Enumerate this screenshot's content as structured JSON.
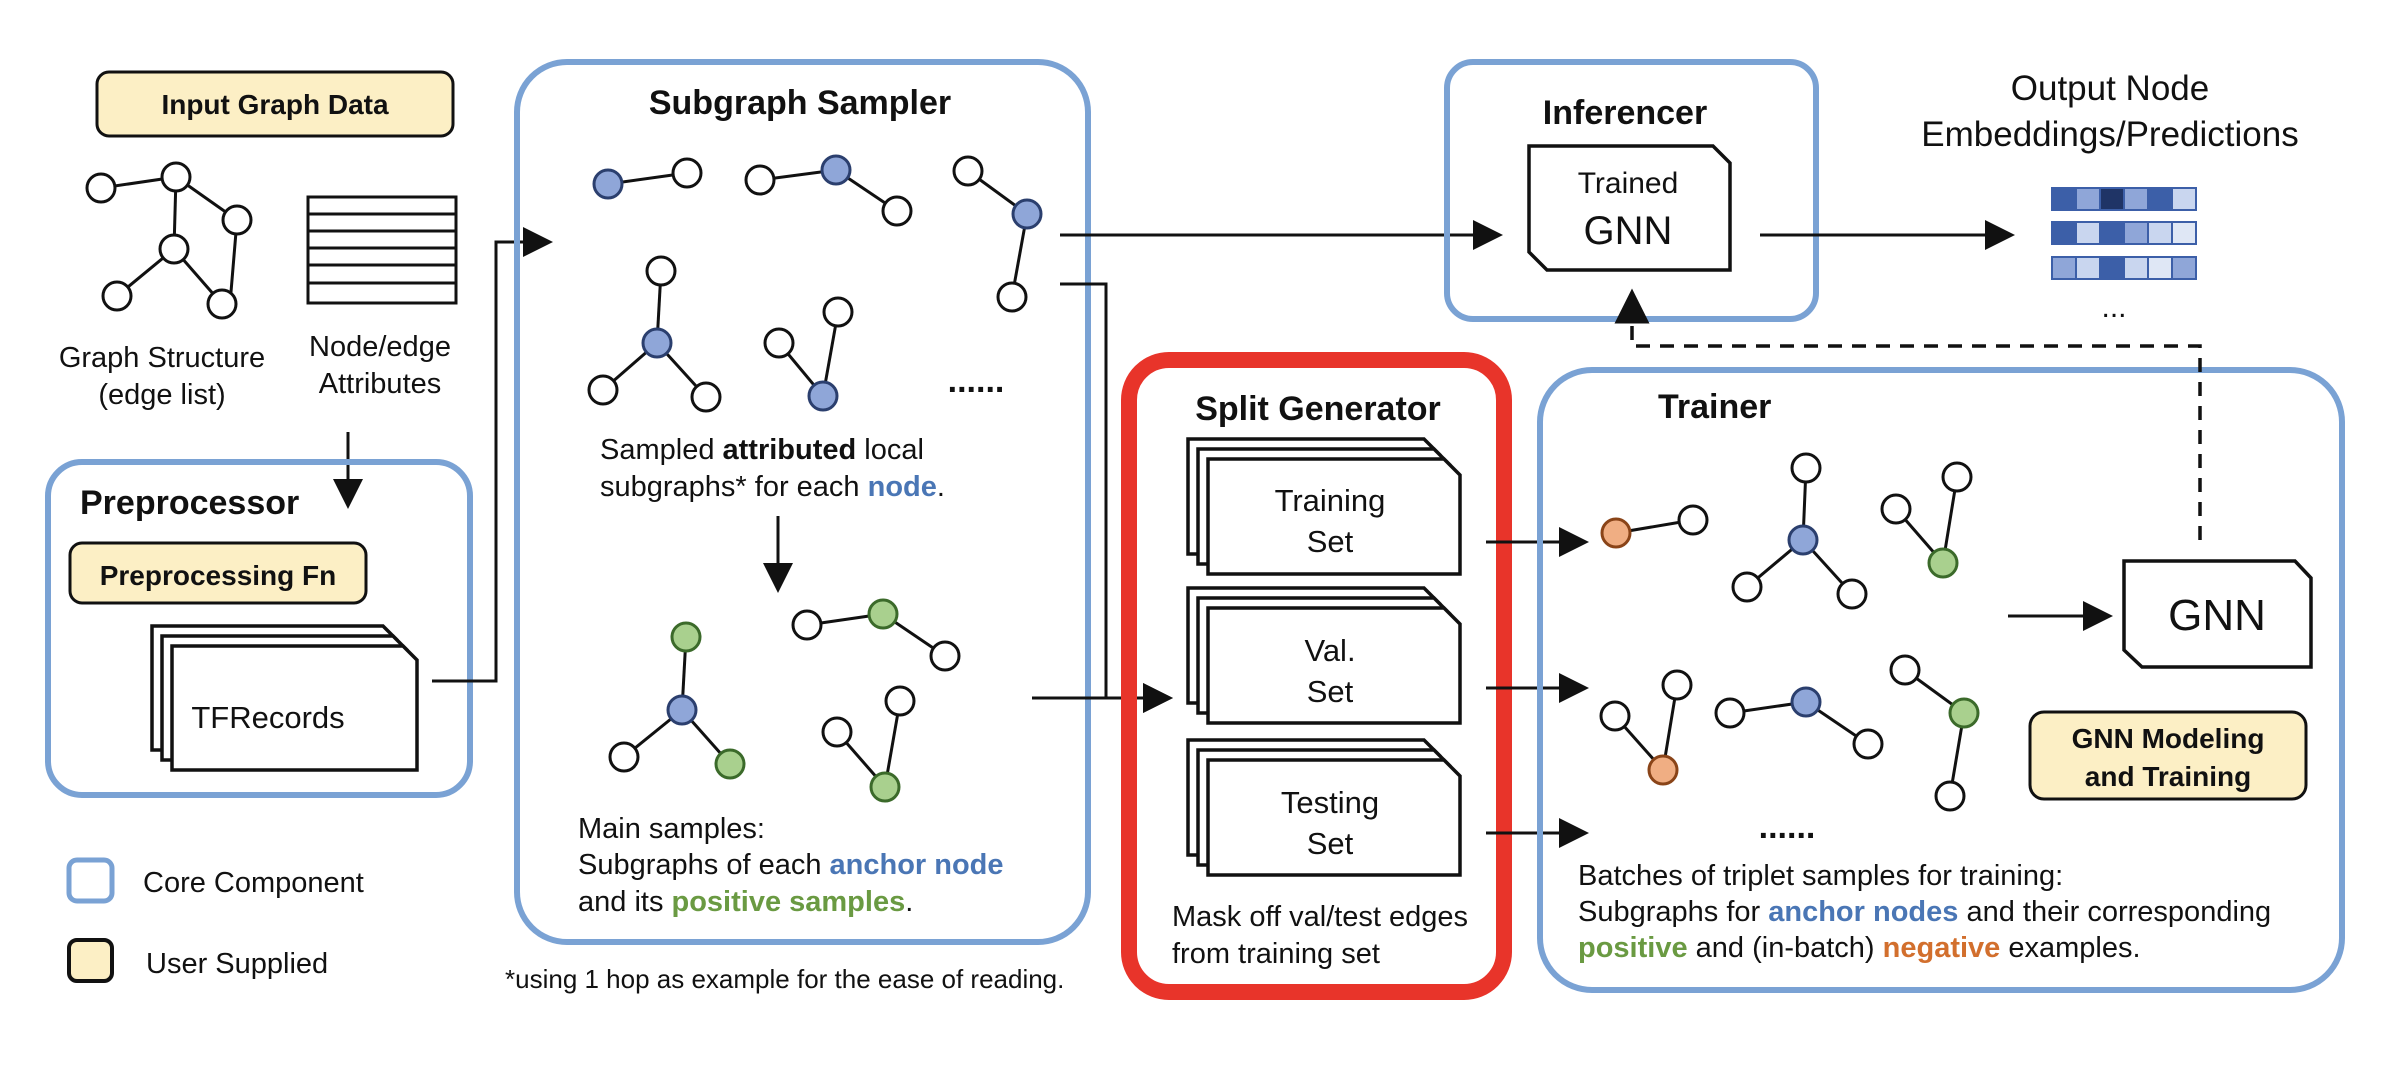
{
  "input": {
    "title": "Input Graph Data",
    "graph_label_1": "Graph Structure",
    "graph_label_2": "(edge list)",
    "attr_label_1": "Node/edge",
    "attr_label_2": "Attributes"
  },
  "preprocessor": {
    "title": "Preprocessor",
    "fn_label": "Preprocessing Fn",
    "records_label": "TFRecords"
  },
  "legend": {
    "core": "Core Component",
    "user": "User Supplied"
  },
  "sampler": {
    "title": "Subgraph Sampler",
    "ellipsis": "......",
    "desc_line1_a": "Sampled ",
    "desc_line1_b": "attributed",
    "desc_line1_c": " local",
    "desc_line2_a": "subgraphs* for each ",
    "desc_line2_b": "node",
    "desc_line2_c": ".",
    "main_line1": "Main samples:",
    "main_line2_a": "Subgraphs of each ",
    "main_line2_b": "anchor node",
    "main_line3_a": "and its ",
    "main_line3_b": "positive samples",
    "main_line3_c": ".",
    "footnote": "*using 1 hop as example for the ease of reading."
  },
  "inferencer": {
    "title": "Inferencer",
    "card_line1": "Trained",
    "card_line2": "GNN"
  },
  "output": {
    "line1": "Output Node",
    "line2": "Embeddings/Predictions",
    "ellipsis": "...",
    "colors": [
      "#3c5fa8",
      "#1f3466",
      "#8fa6d8",
      "#c9d6ef",
      "#dfe7f5"
    ]
  },
  "split": {
    "title": "Split Generator",
    "train_1": "Training",
    "train_2": "Set",
    "val_1": "Val.",
    "val_2": "Set",
    "test_1": "Testing",
    "test_2": "Set",
    "note_1": "Mask off val/test edges",
    "note_2": "from training set",
    "border_color": "#e8342a"
  },
  "trainer": {
    "title": "Trainer",
    "ellipsis": "......",
    "gnn_label": "GNN",
    "modeling_1": "GNN Modeling",
    "modeling_2": "and Training",
    "line1": "Batches of triplet samples for training:",
    "line2_a": "Subgraphs for ",
    "line2_b": "anchor nodes",
    "line2_c": " and their corresponding",
    "line3_a": "positive",
    "line3_b": " and (in-batch) ",
    "line3_c": "negative",
    "line3_d": " examples."
  }
}
